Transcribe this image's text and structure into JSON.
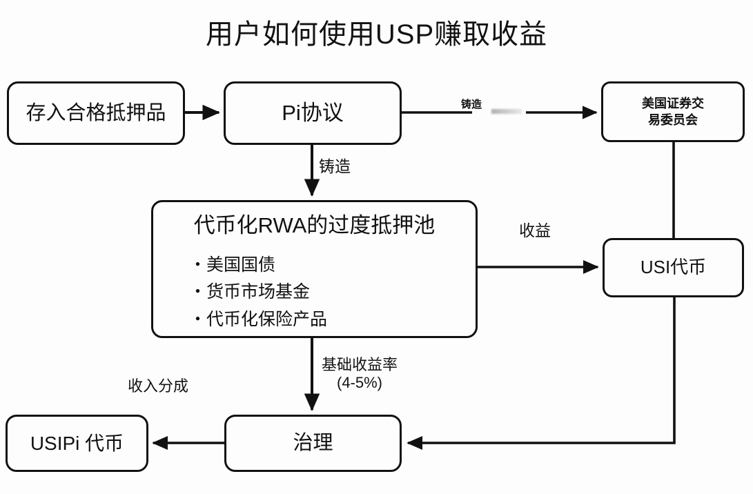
{
  "diagram": {
    "title": "用户如何使用USP赚取收益",
    "background_color": "#fdfdfd",
    "line_color": "#111111",
    "nodes": {
      "deposit": {
        "label": "存入合格抵押品"
      },
      "pi_protocol": {
        "label": "Pi协议"
      },
      "sec": {
        "label": "美国证券交\n易委员会"
      },
      "pool": {
        "label": "代币化RWA的过度抵押池",
        "bullets": [
          "・美国国债",
          "・货币市场基金",
          "・代币化保险产品"
        ]
      },
      "usi_token": {
        "label": "USI代币"
      },
      "governance": {
        "label": "治理"
      },
      "usipi_token": {
        "label": "USIPi 代币"
      }
    },
    "edge_labels": {
      "mint_right": "铸造",
      "mint_down": "铸造",
      "yield": "收益",
      "base_rate": "基础收益率\n(4-5%)",
      "revenue_share": "收入分成"
    },
    "edges": [
      {
        "from": "deposit",
        "to": "pi_protocol",
        "label": ""
      },
      {
        "from": "pi_protocol",
        "to": "sec",
        "label": "铸造"
      },
      {
        "from": "pi_protocol",
        "to": "pool",
        "label": "铸造"
      },
      {
        "from": "pool",
        "to": "usi_token",
        "label": "收益"
      },
      {
        "from": "sec",
        "to": "usi_token",
        "label": ""
      },
      {
        "from": "pool",
        "to": "governance",
        "label": "基础收益率\n(4-5%)"
      },
      {
        "from": "usi_token",
        "to": "governance",
        "label": ""
      },
      {
        "from": "governance",
        "to": "usipi_token",
        "label": "收入分成"
      }
    ]
  }
}
